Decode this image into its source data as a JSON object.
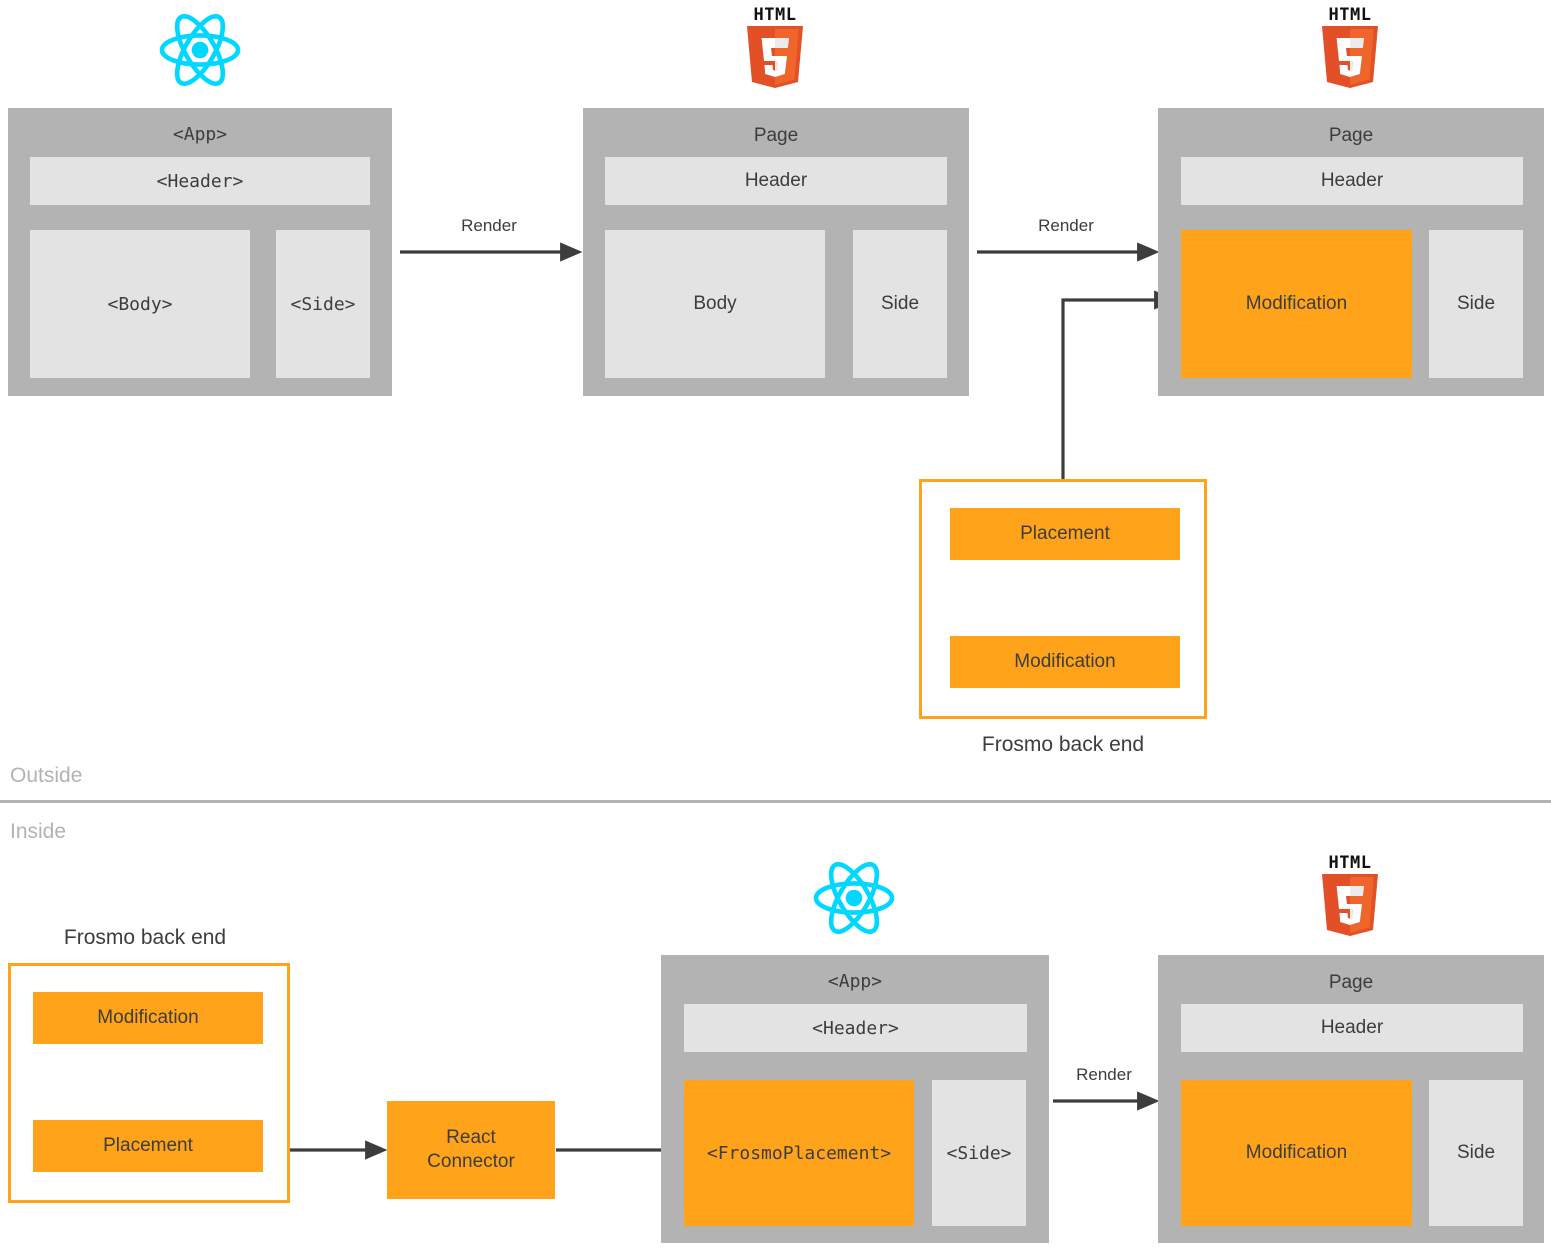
{
  "colors": {
    "frame_gray": "#b3b3b3",
    "subbox_gray": "#e3e3e3",
    "accent_orange": "#ffa41a",
    "arrow_dark": "#3d3d3d",
    "divider_gray": "#b3b3b3",
    "react_cyan": "#00d8ff",
    "html5_orange": "#e34f26",
    "html5_orange_light": "#ef652a"
  },
  "sections": {
    "outside_label": "Outside",
    "inside_label": "Inside"
  },
  "top_row": {
    "app_block": {
      "logo": "react-logo",
      "title": "<App>",
      "header": "<Header>",
      "body": "<Body>",
      "side": "<Side>"
    },
    "page_block": {
      "logo": "html5-logo",
      "title": "Page",
      "header": "Header",
      "body": "Body",
      "side": "Side"
    },
    "page_modified_block": {
      "logo": "html5-logo",
      "title": "Page",
      "header": "Header",
      "body": "Modification",
      "side": "Side"
    },
    "arrow_1_label": "Render",
    "arrow_2_label": "Render"
  },
  "top_frosmo": {
    "label": "Frosmo back end",
    "placement": "Placement",
    "modification": "Modification"
  },
  "bottom_frosmo": {
    "label": "Frosmo back end",
    "modification": "Modification",
    "placement": "Placement"
  },
  "bottom_row": {
    "connector": {
      "line1": "React",
      "line2": "Connector"
    },
    "app_block": {
      "logo": "react-logo",
      "title": "<App>",
      "header": "<Header>",
      "body": "<FrosmoPlacement>",
      "side": "<Side>"
    },
    "page_block": {
      "logo": "html5-logo",
      "title": "Page",
      "header": "Header",
      "body": "Modification",
      "side": "Side"
    },
    "arrow_label": "Render"
  },
  "html5_logo": {
    "wordmark": "HTML",
    "digit": "5"
  }
}
